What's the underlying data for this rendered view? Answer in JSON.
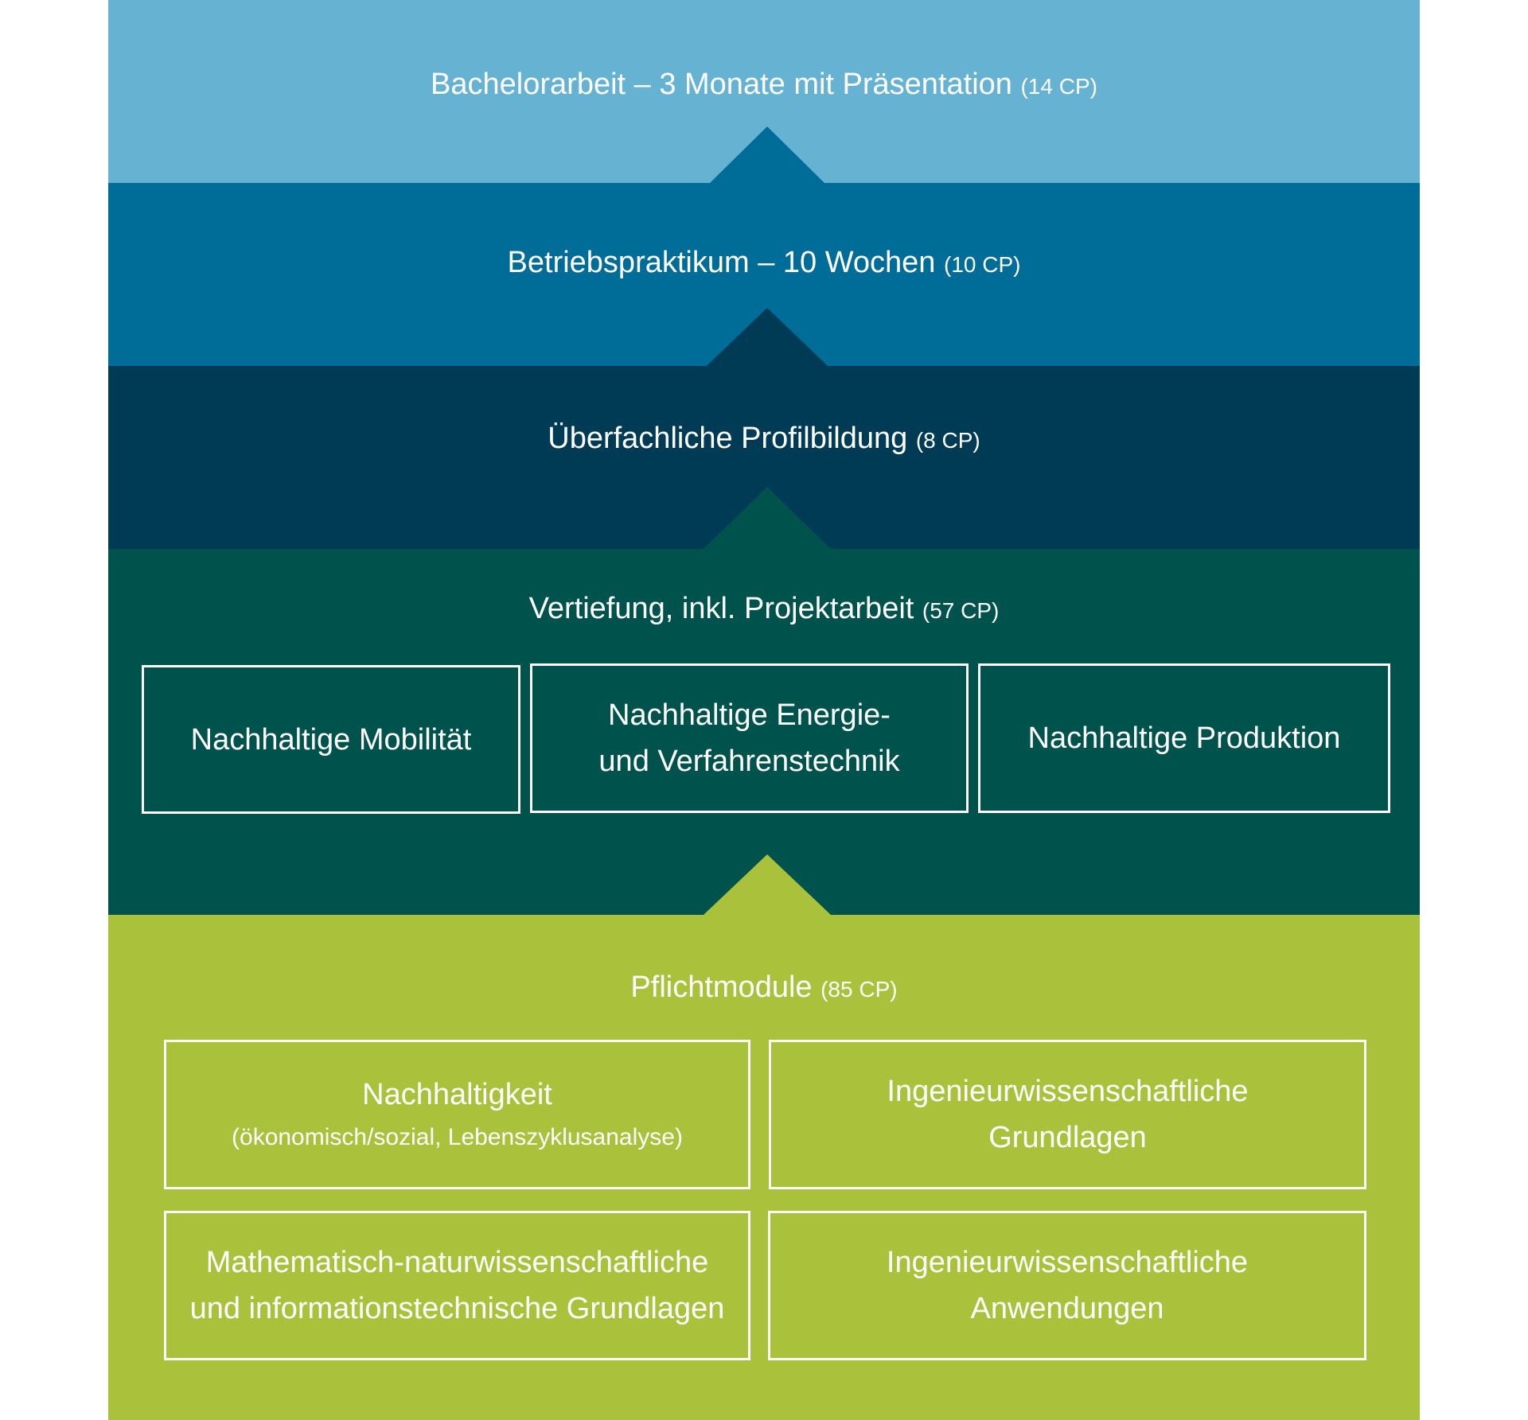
{
  "colors": {
    "thesis": "#66b2d3",
    "internship": "#006c98",
    "profile": "#003b56",
    "specialization": "#00524c",
    "mandatory": "#aac13b",
    "text": "#ffffff"
  },
  "thesis": {
    "title": "Bachelorarbeit – 3 Monate mit Präsentation",
    "cp": "(14 CP)"
  },
  "internship": {
    "title": "Betriebspraktikum – 10 Wochen",
    "cp": "(10 CP)"
  },
  "profile": {
    "title": "Überfachliche Profilbildung",
    "cp": "(8 CP)"
  },
  "specialization": {
    "title": "Vertiefung, inkl. Projektarbeit",
    "cp": "(57 CP)",
    "tracks": [
      {
        "line1": "Nachhaltige Mobilität"
      },
      {
        "line1": "Nachhaltige Energie-",
        "line2": "und Verfahrenstechnik"
      },
      {
        "line1": "Nachhaltige Produktion"
      }
    ]
  },
  "mandatory": {
    "title": "Pflichtmodule",
    "cp": "(85 CP)",
    "modules": [
      {
        "line1": "Nachhaltigkeit",
        "sub": "(ökonomisch/sozial, Lebenszyklusanalyse)"
      },
      {
        "line1": "Ingenieurwissenschaftliche",
        "line2": "Grundlagen"
      },
      {
        "line1": "Mathematisch-naturwissenschaftliche",
        "line2": "und informationstechnische Grundlagen"
      },
      {
        "line1": "Ingenieurwissenschaftliche",
        "line2": "Anwendungen"
      }
    ]
  }
}
